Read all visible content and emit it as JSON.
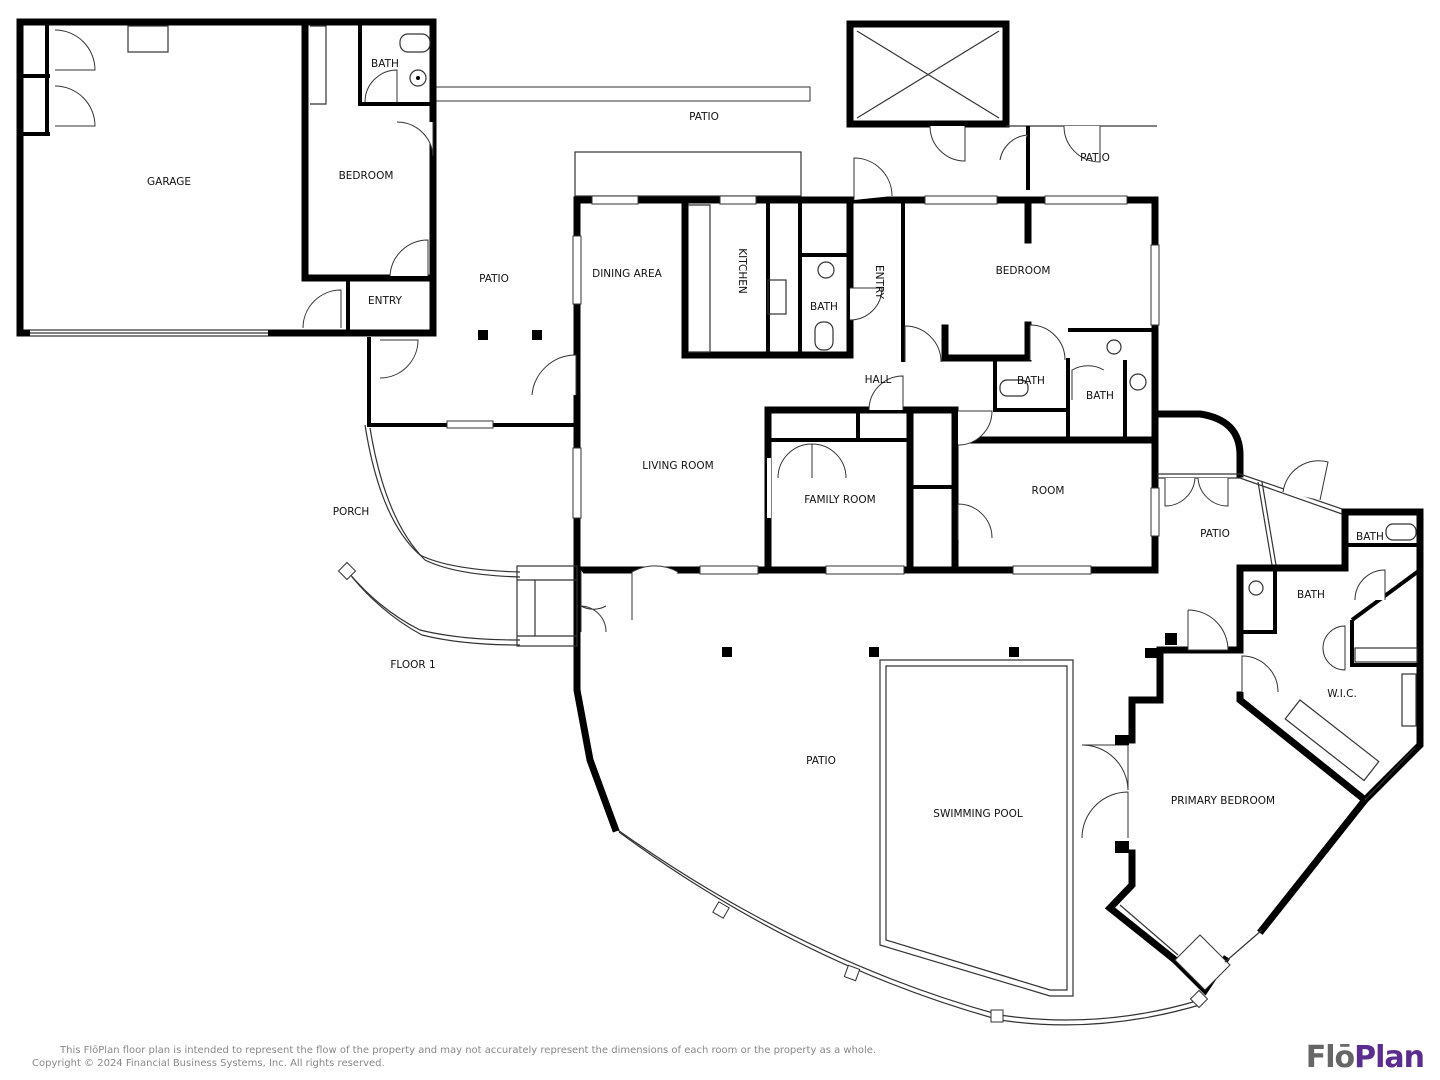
{
  "rooms": {
    "garage": "GARAGE",
    "bath_garage": "BATH",
    "bedroom_garage": "BEDROOM",
    "entry_garage": "ENTRY",
    "patio_top": "PATIO",
    "patio_top_right": "PATIO",
    "patio_mid": "PATIO",
    "dining": "DINING AREA",
    "kitchen": "KITCHEN",
    "bath_kitchen": "BATH",
    "entry_main": "ENTRY",
    "bedroom_main": "BEDROOM",
    "hall": "HALL",
    "bath_hall1": "BATH",
    "bath_hall2": "BATH",
    "living": "LIVING ROOM",
    "family": "FAMILY ROOM",
    "room": "ROOM",
    "porch": "PORCH",
    "floor": "FLOOR 1",
    "patio_side": "PATIO",
    "bath_wing1": "BATH",
    "bath_wing2": "BATH",
    "wic": "W.I.C.",
    "patio_main": "PATIO",
    "pool": "SWIMMING POOL",
    "primary": "PRIMARY BEDROOM"
  },
  "footer": {
    "disclaimer": "This FlōPlan floor plan is intended to represent the flow of the property and may not accurately represent the dimensions of each room or the property as a whole.",
    "copyright": "Copyright © 2024 Financial Business Systems, Inc. All rights reserved."
  },
  "logo": {
    "part1": "Flō",
    "part2": "Plan",
    "color1": "#666666",
    "color2": "#5b2d8e"
  }
}
